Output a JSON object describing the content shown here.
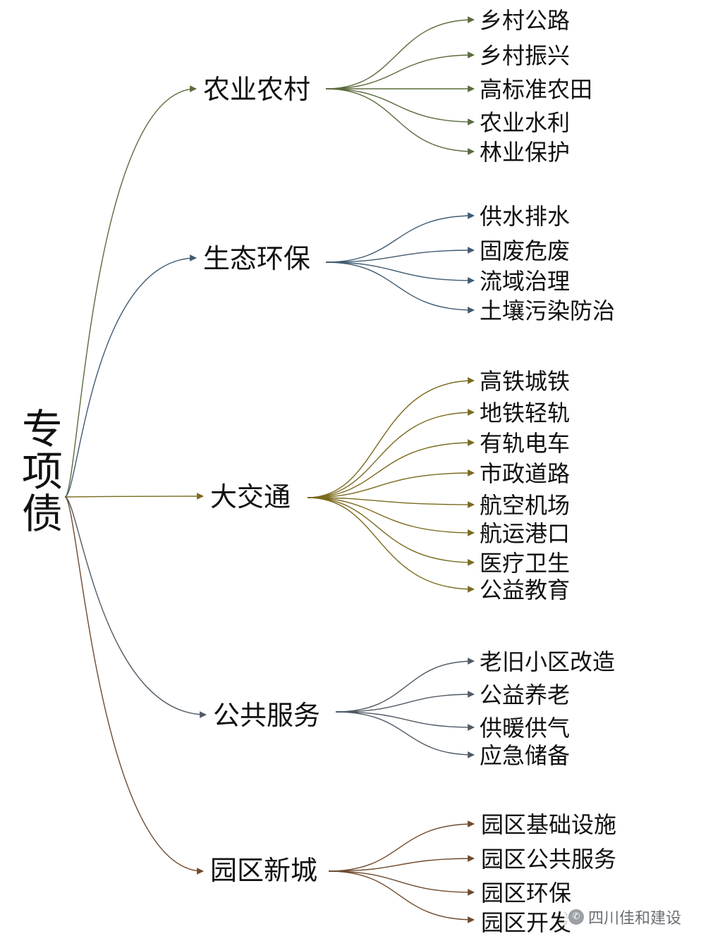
{
  "root": {
    "label": "专项债"
  },
  "branches": [
    {
      "label": "农业农村",
      "color": "#5a6b3d",
      "children": [
        "乡村公路",
        "乡村振兴",
        "高标准农田",
        "农业水利",
        "林业保护"
      ]
    },
    {
      "label": "生态环保",
      "color": "#3f5a70",
      "children": [
        "供水排水",
        "固废危废",
        "流域治理",
        "土壤污染防治"
      ]
    },
    {
      "label": "大交通",
      "color": "#7a6a1e",
      "children": [
        "高铁城铁",
        "地铁轻轨",
        "有轨电车",
        "市政道路",
        "航空机场",
        "航运港口",
        "医疗卫生",
        "公益教育"
      ]
    },
    {
      "label": "公共服务",
      "color": "#4f5a66",
      "children": [
        "老旧小区改造",
        "公益养老",
        "供暖供气",
        "应急储备"
      ]
    },
    {
      "label": "园区新城",
      "color": "#6e4a2e",
      "children": [
        "园区基础设施",
        "园区公共服务",
        "园区环保",
        "园区开发"
      ]
    }
  ],
  "watermark": {
    "icon": "wechat-icon",
    "text": "四川佳和建设"
  }
}
